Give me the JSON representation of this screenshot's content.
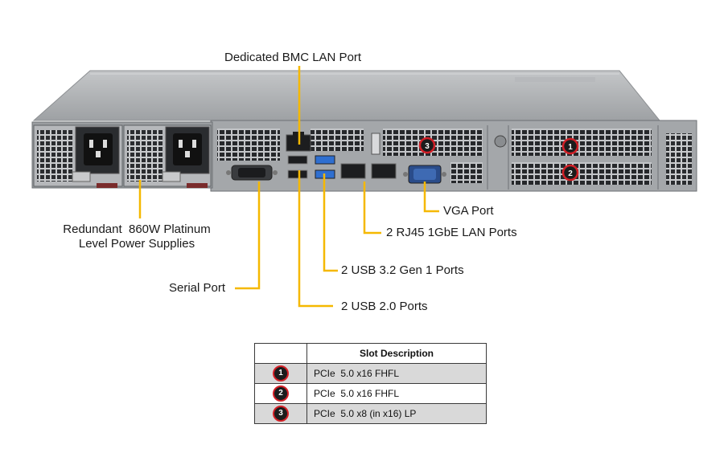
{
  "callouts": {
    "bmc_lan": "Dedicated BMC LAN Port",
    "psu_line1": "Redundant  860W Platinum",
    "psu_line2": "Level Power Supplies",
    "serial": "Serial Port",
    "vga": "VGA Port",
    "rj45": "2 RJ45 1GbE LAN Ports",
    "usb3": "2 USB 3.2 Gen 1 Ports",
    "usb2": "2 USB 2.0 Ports"
  },
  "chassis_badges": [
    "1",
    "2",
    "3"
  ],
  "table": {
    "header": "Slot Description",
    "rows": [
      {
        "num": "1",
        "desc": "PCIe  5.0 x16 FHFL"
      },
      {
        "num": "2",
        "desc": "PCIe  5.0 x16 FHFL"
      },
      {
        "num": "3",
        "desc": "PCIe  5.0 x8 (in x16) LP"
      }
    ]
  },
  "colors": {
    "leader": "#f5b800",
    "chassis": "#a9acaf",
    "chassis_dark": "#6e7175",
    "badge_ring": "#d21f26",
    "usb3_blue": "#2f6fd0"
  }
}
